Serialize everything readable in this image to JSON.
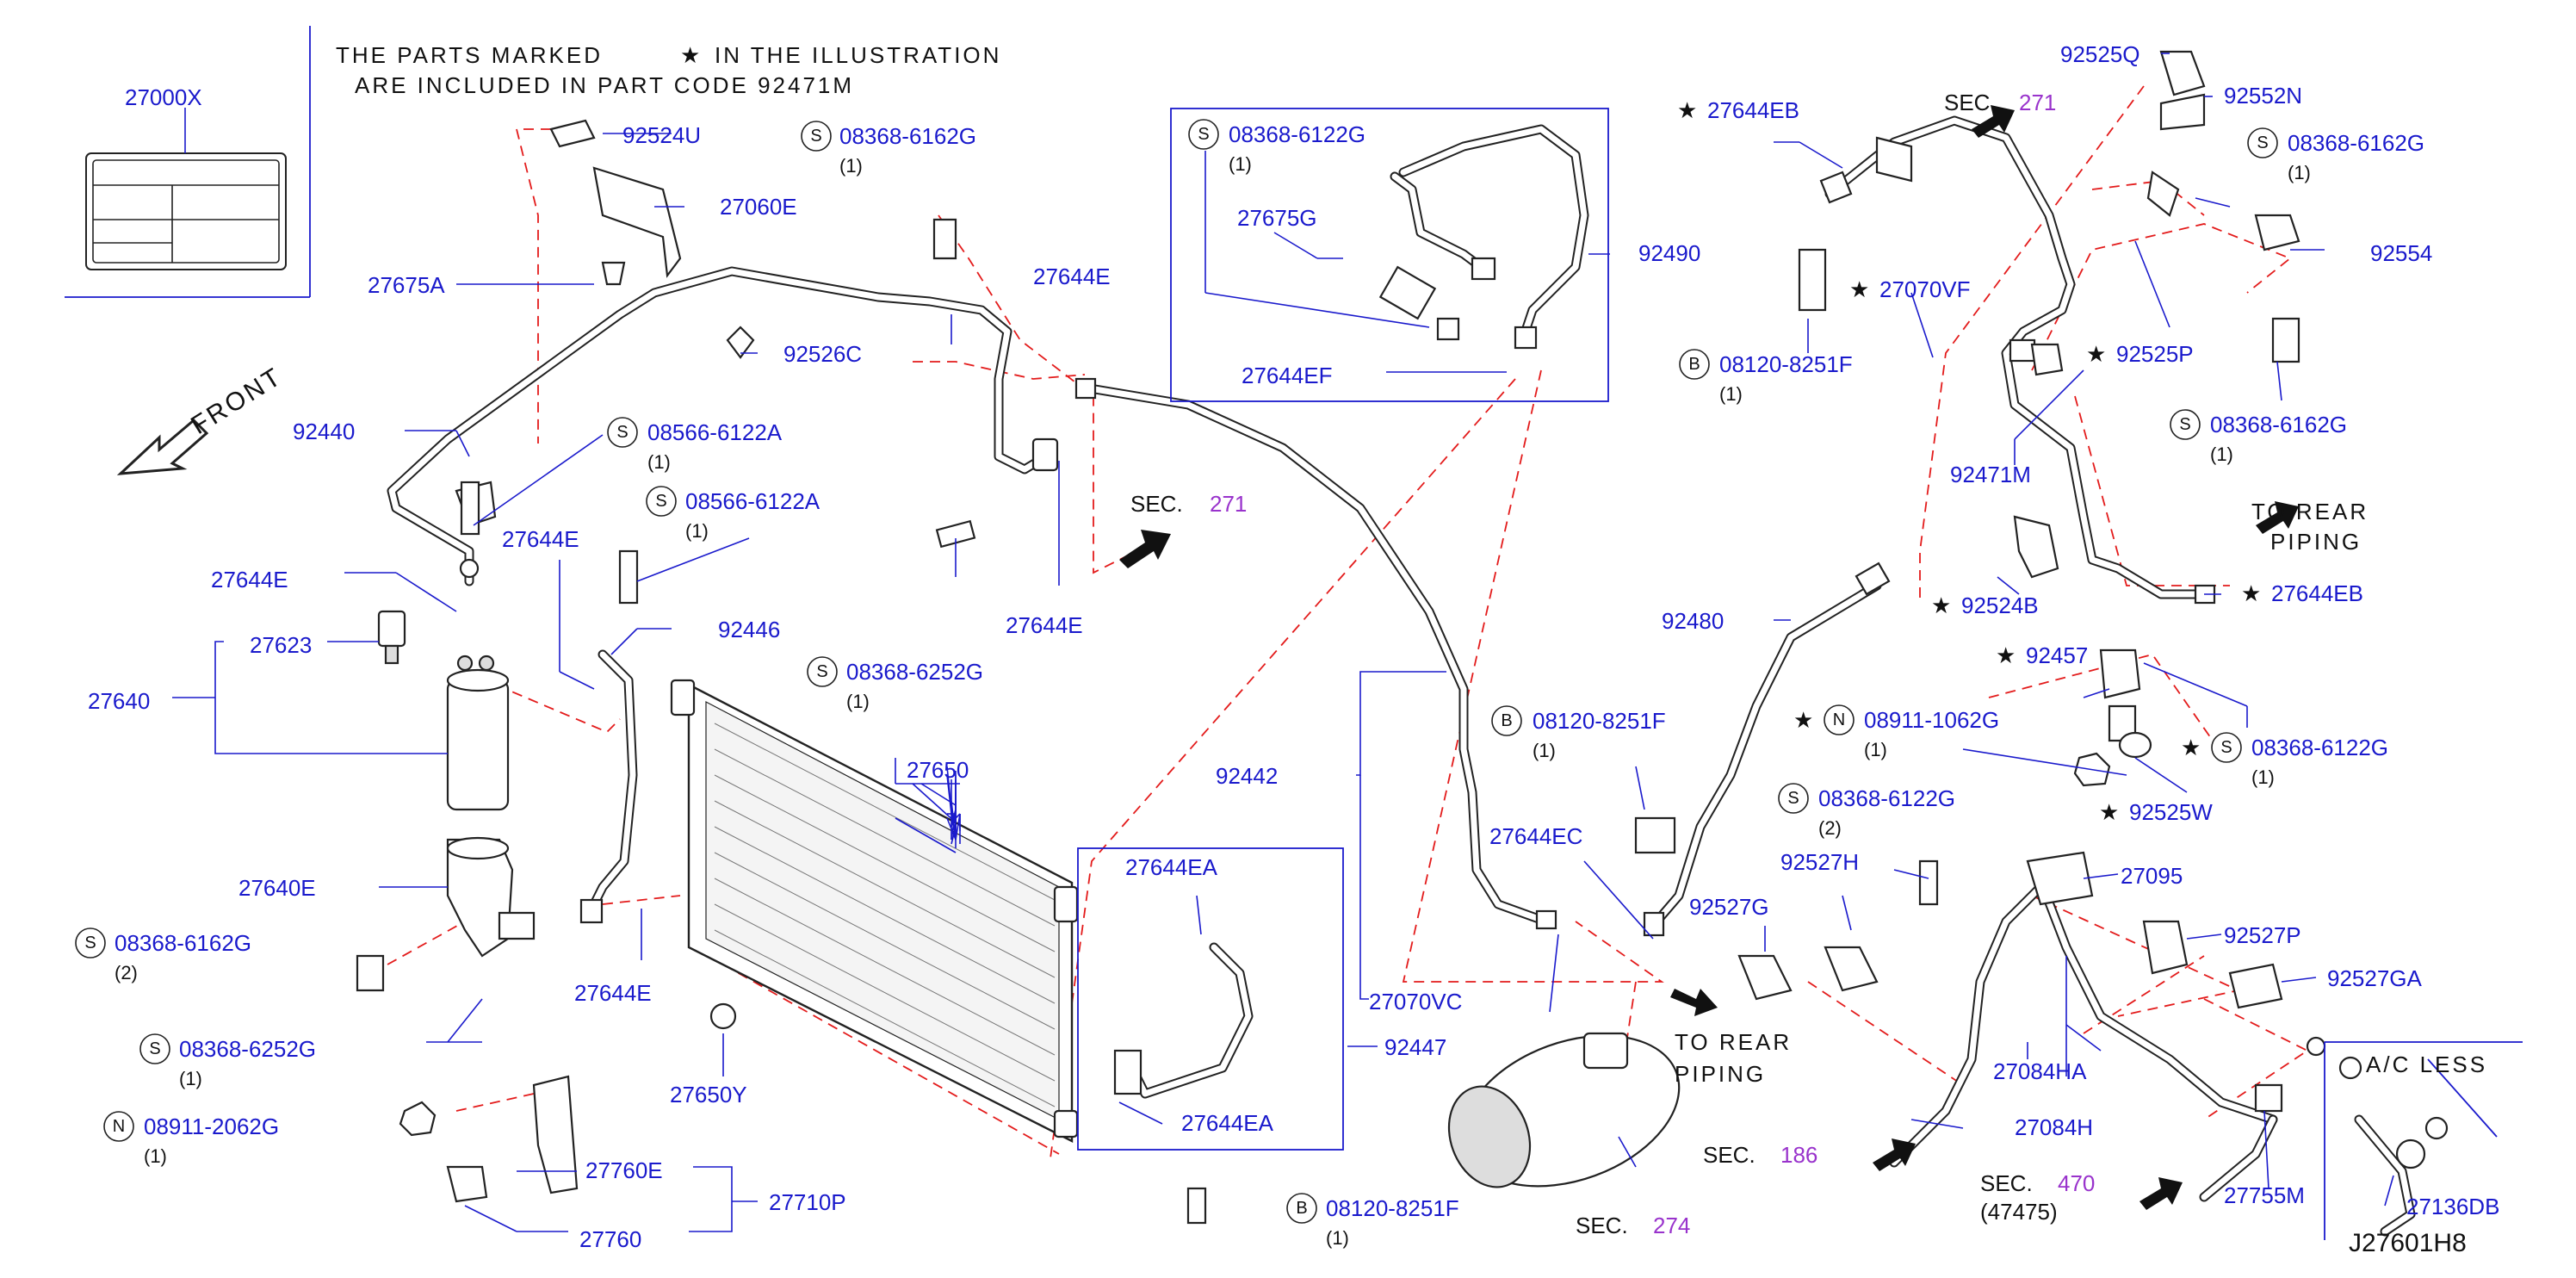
{
  "note": {
    "line1_a": "THE PARTS MARKED",
    "line1_b": "IN THE ILLUSTRATION",
    "line2": "ARE INCLUDED IN PART CODE 92471M"
  },
  "diagram_code": "J27601H8",
  "front_label": "FRONT",
  "ac_less_label": "A/C LESS",
  "labels": {
    "p27000X": "27000X",
    "p92524U": "92524U",
    "p27060E": "27060E",
    "p27675A": "27675A",
    "p92526C": "92526C",
    "p92440": "92440",
    "p27644E_a": "27644E",
    "p27644E_b": "27644E",
    "p27644E_c": "27644E",
    "p27644E_d": "27644E",
    "p27644E_e": "27644E",
    "p27623": "27623",
    "p27640": "27640",
    "p27640E": "27640E",
    "p92446": "92446",
    "p27650": "27650",
    "p27650Y": "27650Y",
    "p27760E": "27760E",
    "p27760": "27760",
    "p27710P": "27710P",
    "p27675G": "27675G",
    "p27644EF": "27644EF",
    "p92490": "92490",
    "p92442": "92442",
    "p27644EA_a": "27644EA",
    "p27644EA_b": "27644EA",
    "p92447": "92447",
    "p27070VC": "27070VC",
    "p27644EC": "27644EC",
    "p92525Q": "92525Q",
    "p92552N": "92552N",
    "p27644EB_a": "27644EB",
    "p27644EB_b": "27644EB",
    "p92554": "92554",
    "p27070VF": "27070VF",
    "p92525P": "92525P",
    "p92471M": "92471M",
    "p92480": "92480",
    "p92524B": "92524B",
    "p92457": "92457",
    "p92525W": "92525W",
    "p92527H": "92527H",
    "p92527G": "92527G",
    "p27095": "27095",
    "p92527P": "92527P",
    "p92527GA": "92527GA",
    "p27084HA": "27084HA",
    "p27084H": "27084H",
    "p27755M": "27755M",
    "p27136DB": "27136DB"
  },
  "fasteners": {
    "f1": {
      "symbol": "S",
      "code": "08368-6162G",
      "qty": "(1)"
    },
    "f2": {
      "symbol": "S",
      "code": "08566-6122A",
      "qty": "(1)"
    },
    "f3": {
      "symbol": "S",
      "code": "08566-6122A",
      "qty": "(1)"
    },
    "f4": {
      "symbol": "S",
      "code": "08368-6252G",
      "qty": "(1)"
    },
    "f5": {
      "symbol": "S",
      "code": "08368-6162G",
      "qty": "(2)"
    },
    "f6": {
      "symbol": "S",
      "code": "08368-6252G",
      "qty": "(1)"
    },
    "f7": {
      "symbol": "N",
      "code": "08911-2062G",
      "qty": "(1)"
    },
    "f8": {
      "symbol": "S",
      "code": "08368-6122G",
      "qty": "(1)"
    },
    "f9": {
      "symbol": "B",
      "code": "08120-8251F",
      "qty": "(1)"
    },
    "f10": {
      "symbol": "B",
      "code": "08120-8251F",
      "qty": "(1)"
    },
    "f11": {
      "symbol": "S",
      "code": "08368-6162G",
      "qty": "(1)"
    },
    "f12": {
      "symbol": "B",
      "code": "08120-8251F",
      "qty": "(1)"
    },
    "f13": {
      "symbol": "S",
      "code": "08368-6162G",
      "qty": "(1)"
    },
    "f14": {
      "symbol": "N",
      "code": "08911-1062G",
      "qty": "(1)"
    },
    "f15": {
      "symbol": "S",
      "code": "08368-6122G",
      "qty": "(1)"
    },
    "f16": {
      "symbol": "S",
      "code": "08368-6122G",
      "qty": "(2)"
    }
  },
  "sections": {
    "s271a": {
      "prefix": "SEC.",
      "num": "271"
    },
    "s271b": {
      "prefix": "SEC.",
      "num": "271"
    },
    "s274": {
      "prefix": "SEC.",
      "num": "274"
    },
    "s186": {
      "prefix": "SEC.",
      "num": "186"
    },
    "s470": {
      "prefix": "SEC.",
      "num": "470",
      "sub": "(47475)"
    }
  },
  "to_rear_a": {
    "l1": "TO REAR",
    "l2": "PIPING"
  },
  "to_rear_b": {
    "l1": "TO REAR",
    "l2": "PIPING"
  },
  "colors": {
    "label": "#1a1acc",
    "section_number": "#9933cc",
    "guide_dash": "#e31b1b",
    "ink": "#111111"
  }
}
